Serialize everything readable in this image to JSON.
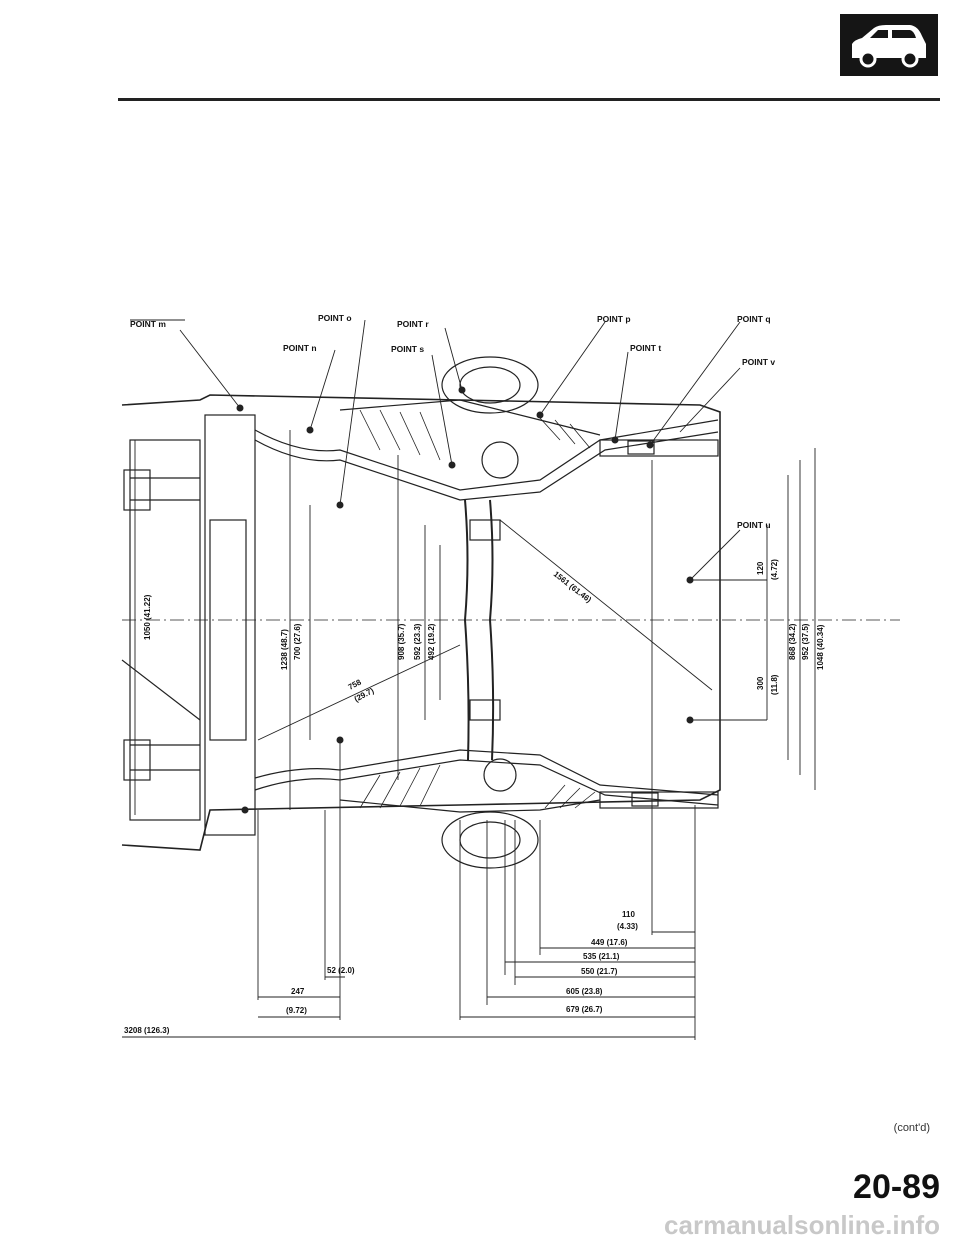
{
  "header": {
    "badge_icon": "car-side-icon"
  },
  "points": {
    "m": "POINT m",
    "n": "POINT n",
    "o": "POINT o",
    "p": "POINT p",
    "q": "POINT q",
    "r": "POINT r",
    "s": "POINT s",
    "t": "POINT t",
    "u": "POINT u",
    "v": "POINT v"
  },
  "dimensions": {
    "v1050": "1050 (41.22)",
    "v1238": "1238 (48.7)",
    "v700": "700 (27.6)",
    "v908": "908 (35.7)",
    "v592": "592 (23.3)",
    "v492": "492 (19.2)",
    "diag1561": "1561 (61.46)",
    "diag758a": "758",
    "diag758b": "(29.7)",
    "v120a": "120",
    "v120b": "(4.72)",
    "v868": "868 (34.2)",
    "v952": "952 (37.5)",
    "v1048": "1048 (40.34)",
    "v300a": "300",
    "v300b": "(11.8)",
    "h110a": "110",
    "h110b": "(4.33)",
    "h449": "449 (17.6)",
    "h535": "535 (21.1)",
    "h550": "550 (21.7)",
    "h605": "605 (23.8)",
    "h679": "679 (26.7)",
    "h52": "52 (2.0)",
    "h247a": "247",
    "h247b": "(9.72)",
    "h3208": "3208 (126.3)"
  },
  "footer": {
    "contd": "(cont'd)",
    "page_number": "20-89",
    "site": "carmanualsonline.info"
  }
}
